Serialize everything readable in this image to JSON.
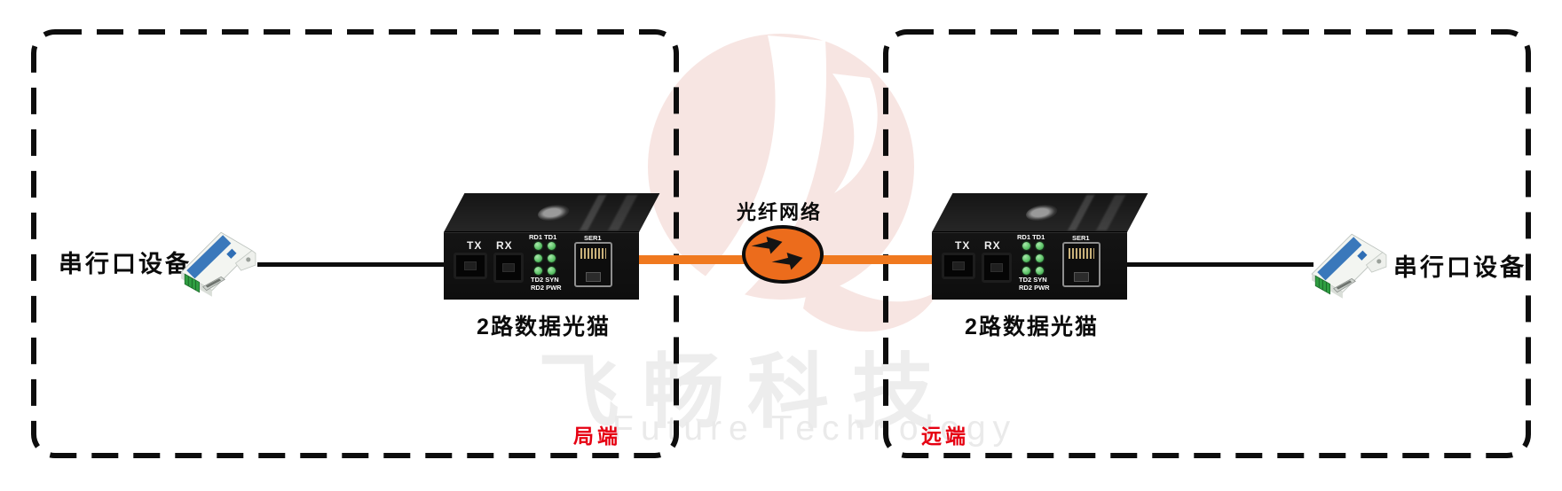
{
  "zones": {
    "local": {
      "label": "局端"
    },
    "remote": {
      "label": "远端"
    }
  },
  "devices": {
    "serial_device_label": "串行口设备",
    "modem": {
      "label": "2路数据光猫",
      "panel": {
        "tx": "TX",
        "rx": "RX",
        "leds_top": "RD1 TD1",
        "leds_bottom_row1": "TD2 SYN",
        "leds_bottom_row2": "RD2 PWR",
        "serial_port": "SER1"
      }
    }
  },
  "network": {
    "label": "光纤网络"
  },
  "watermark": {
    "brand_cn": "飞畅科技",
    "brand_en": "Future Technology"
  },
  "colors": {
    "fiber_line": "#F0791F",
    "network_ellipse": "#EC6C1C",
    "zone_label_red": "#E60012",
    "led_green": "#5FC46A",
    "watermark_pink": "#F7E5E2",
    "watermark_gray": "#EDEDED"
  }
}
